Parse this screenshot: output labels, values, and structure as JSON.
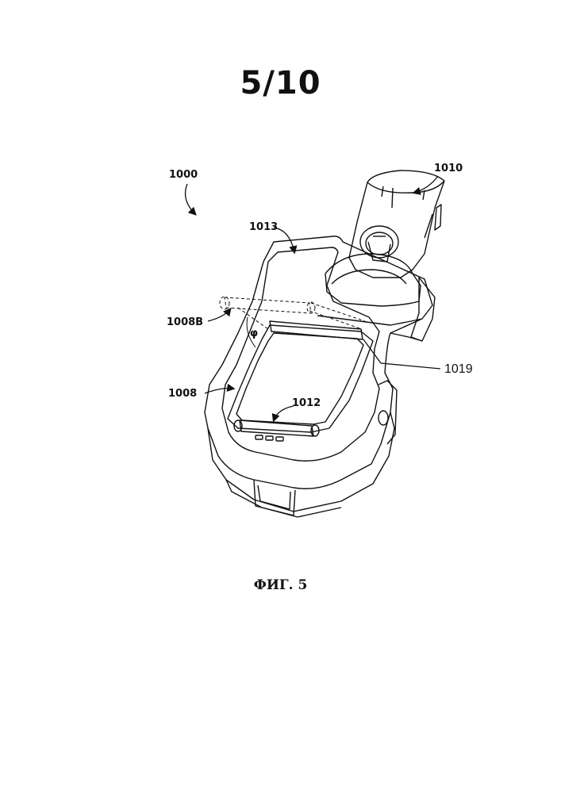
{
  "sheet": {
    "number": "5/10"
  },
  "figure": {
    "caption": "ФИГ. 5"
  },
  "labels": {
    "l1000": "1000",
    "l1010": "1010",
    "l1013": "1013",
    "l1008B": "1008B",
    "l1019": "1019",
    "l1008": "1008",
    "l1012": "1012",
    "phi": "φ"
  }
}
